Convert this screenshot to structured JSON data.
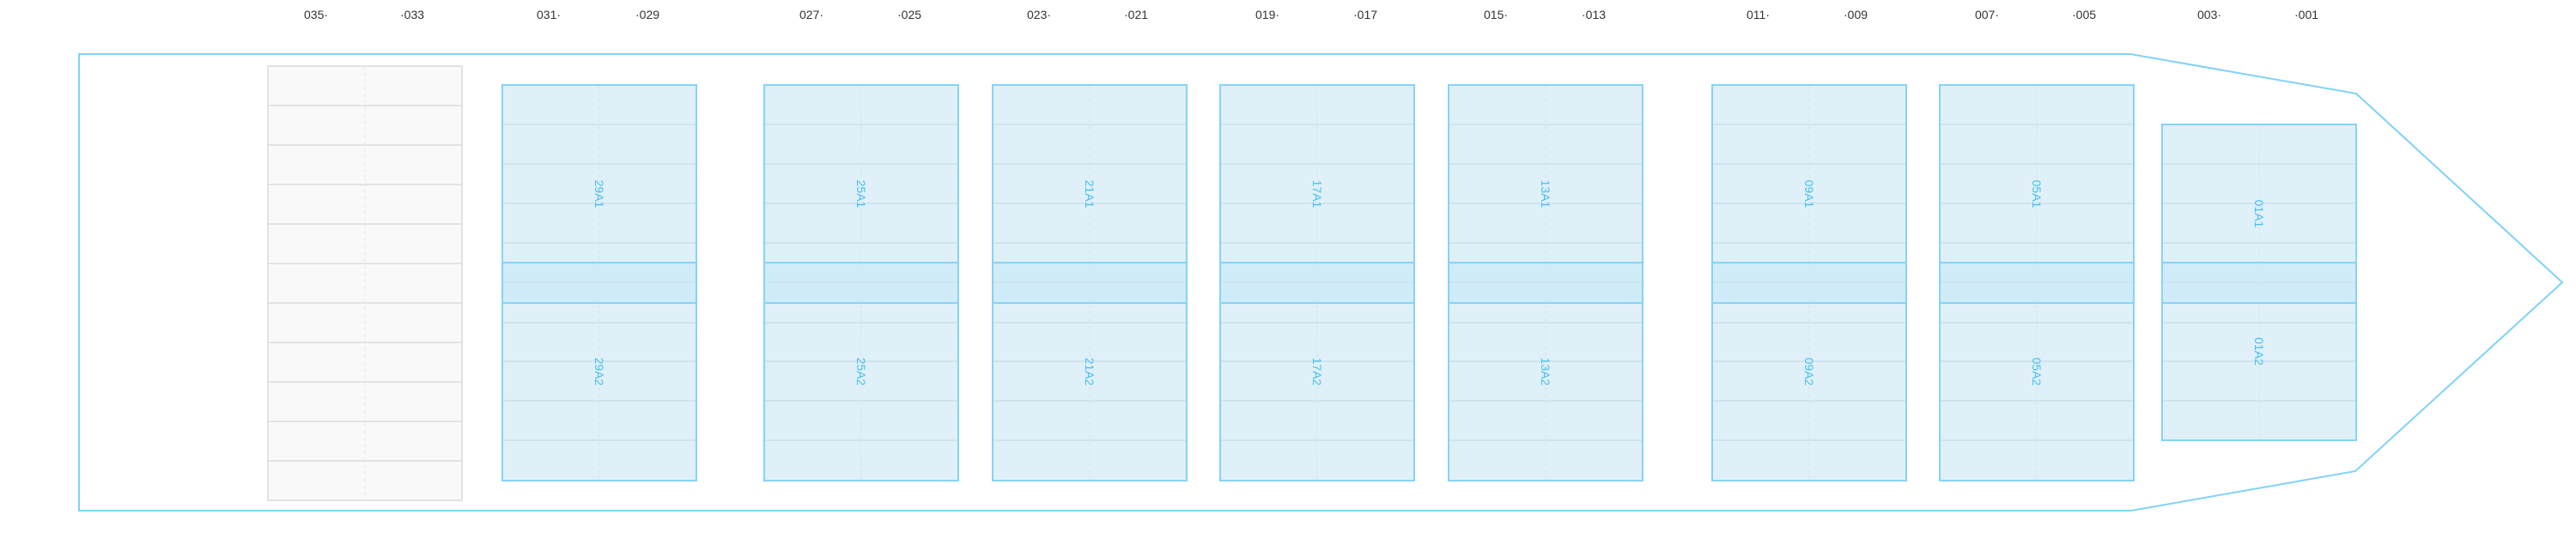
{
  "colors": {
    "hull": "#80d2f7",
    "bay_fill": "#dff0f8",
    "bay_border": "#86d3f7",
    "bay_row_line": "#cfe4ef",
    "bay_highlight": "#d0ecf9",
    "bay_text": "#45bff0",
    "empty_fill": "#f9f9f9",
    "empty_border": "#e3e3e3",
    "label_text": "#333333"
  },
  "bay_numbers": [
    {
      "text": "035·"
    },
    {
      "text": "·033"
    },
    {
      "text": "031·"
    },
    {
      "text": "·029"
    },
    {
      "text": "027·"
    },
    {
      "text": "·025"
    },
    {
      "text": "023·"
    },
    {
      "text": "·021"
    },
    {
      "text": "019·"
    },
    {
      "text": "·017"
    },
    {
      "text": "015·"
    },
    {
      "text": "·013"
    },
    {
      "text": "011·"
    },
    {
      "text": "·009"
    },
    {
      "text": "007·"
    },
    {
      "text": "·005"
    },
    {
      "text": "003·"
    },
    {
      "text": "·001"
    }
  ],
  "bays": [
    {
      "id": "33",
      "empty": true
    },
    {
      "id": "29",
      "upper": "29A1",
      "lower": "29A2"
    },
    {
      "id": "25",
      "upper": "25A1",
      "lower": "25A2"
    },
    {
      "id": "21",
      "upper": "21A1",
      "lower": "21A2"
    },
    {
      "id": "17",
      "upper": "17A1",
      "lower": "17A2"
    },
    {
      "id": "13",
      "upper": "13A1",
      "lower": "13A2"
    },
    {
      "id": "09",
      "upper": "09A1",
      "lower": "09A2"
    },
    {
      "id": "05",
      "upper": "05A1",
      "lower": "05A2"
    },
    {
      "id": "01",
      "upper": "01A1",
      "lower": "01A2",
      "short": true
    }
  ]
}
